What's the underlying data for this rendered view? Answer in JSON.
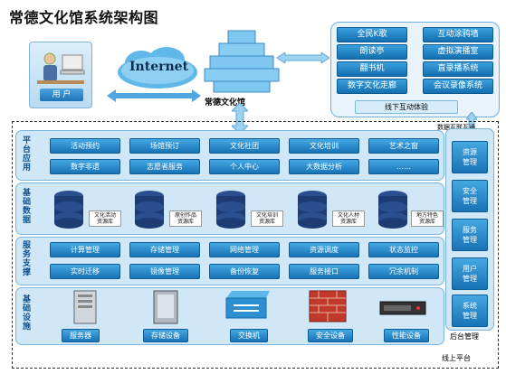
{
  "title": "常德文化馆系统架构图",
  "user": {
    "label": "用  户"
  },
  "internet": {
    "label": "Internet"
  },
  "hub": {
    "label": "常德文化馆"
  },
  "interactive": {
    "items": [
      "全民K歌",
      "互动涂鸦墙",
      "朗读亭",
      "虚拟演播室",
      "翻书机",
      "直录播系统",
      "数字文化走廊",
      "会议录像系统"
    ],
    "label": "线下互动体验"
  },
  "data_exchange_label": "数据互联互通",
  "platform": {
    "label": "线上平台",
    "rows": {
      "app": {
        "title": "平台应用",
        "items": [
          "活动预约",
          "场馆预订",
          "文化社团",
          "文化培训",
          "艺术之窗",
          "数字非遗",
          "志愿者服务",
          "个人中心",
          "大数据分析",
          "……"
        ]
      },
      "data": {
        "title": "基础数据",
        "items": [
          "文化活动\n资源库",
          "原创作品\n资源库",
          "文化培训\n资源库",
          "文化人材\n资源库",
          "地方特色\n资源库"
        ]
      },
      "service": {
        "title": "服务支撑",
        "items": [
          "计算管理",
          "存储管理",
          "网络管理",
          "资源调度",
          "状态监控",
          "实时迁移",
          "镜像管理",
          "备份恢复",
          "服务接口",
          "冗余机制"
        ]
      },
      "infra": {
        "title": "基础设施",
        "items": [
          "服务器",
          "存储设备",
          "交换机",
          "安全设备",
          "性能设备"
        ]
      }
    },
    "backend": {
      "label": "后台管理",
      "items": [
        "资源\n管理",
        "安全\n管理",
        "服务\n管理",
        "用户\n管理",
        "系统\n管理"
      ]
    }
  }
}
